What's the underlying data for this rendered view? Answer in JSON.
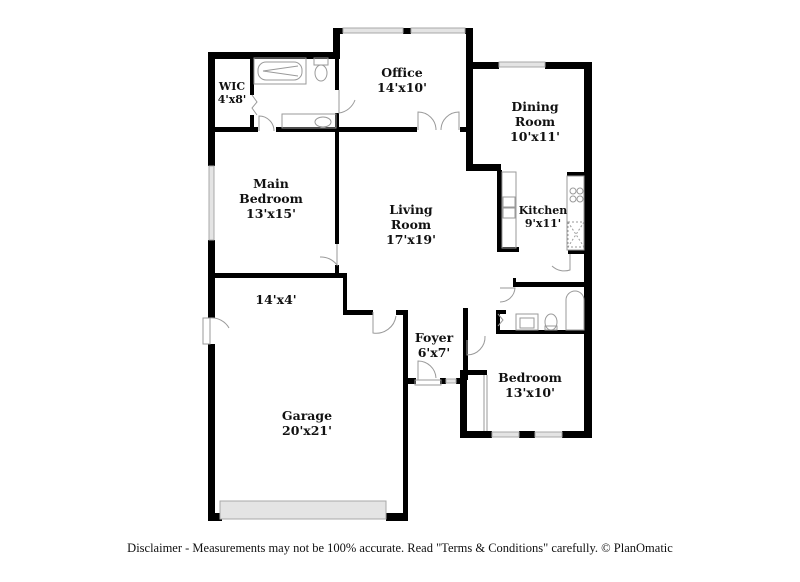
{
  "rooms": [
    {
      "id": "wic",
      "name": "WIC",
      "size": "4'x8'"
    },
    {
      "id": "office",
      "name": "Office",
      "size": "14'x10'"
    },
    {
      "id": "dining",
      "name": "Dining Room",
      "name_lines": [
        "Dining",
        "Room"
      ],
      "size": "10'x11'"
    },
    {
      "id": "kitchen",
      "name": "Kitchen",
      "size": "9'x11'"
    },
    {
      "id": "main_bedroom",
      "name": "Main Bedroom",
      "name_lines": [
        "Main",
        "Bedroom"
      ],
      "size": "13'x15'"
    },
    {
      "id": "living",
      "name": "Living Room",
      "name_lines": [
        "Living",
        "Room"
      ],
      "size": "17'x19'"
    },
    {
      "id": "storage",
      "name": "",
      "size": "14'x4'"
    },
    {
      "id": "foyer",
      "name": "Foyer",
      "size": "6'x7'"
    },
    {
      "id": "bedroom",
      "name": "Bedroom",
      "size": "13'x10'"
    },
    {
      "id": "garage",
      "name": "Garage",
      "size": "20'x21'"
    }
  ],
  "disclaimer": "Disclaimer - Measurements may not be 100% accurate. Read \"Terms & Conditions\" carefully. © PlanOmatic",
  "colors": {
    "wall": "#000000",
    "window": "#e4e4e4",
    "background": "#ffffff"
  }
}
